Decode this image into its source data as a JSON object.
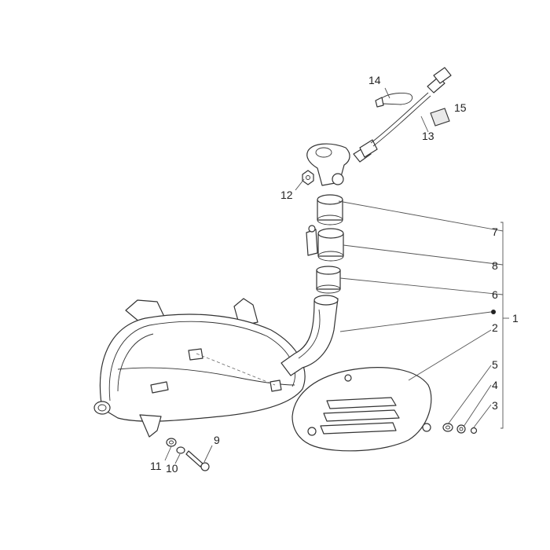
{
  "callouts": {
    "c1": "1",
    "c2": "2",
    "c3": "3",
    "c4": "4",
    "c5": "5",
    "c6": "6",
    "c7": "7",
    "c8": "8",
    "c9": "9",
    "c10": "10",
    "c11": "11",
    "c12": "12",
    "c13": "13",
    "c14": "14",
    "c15": "15"
  },
  "colors": {
    "line": "#333333",
    "background": "#ffffff"
  },
  "icons": [
    "bullet-dot-icon"
  ]
}
